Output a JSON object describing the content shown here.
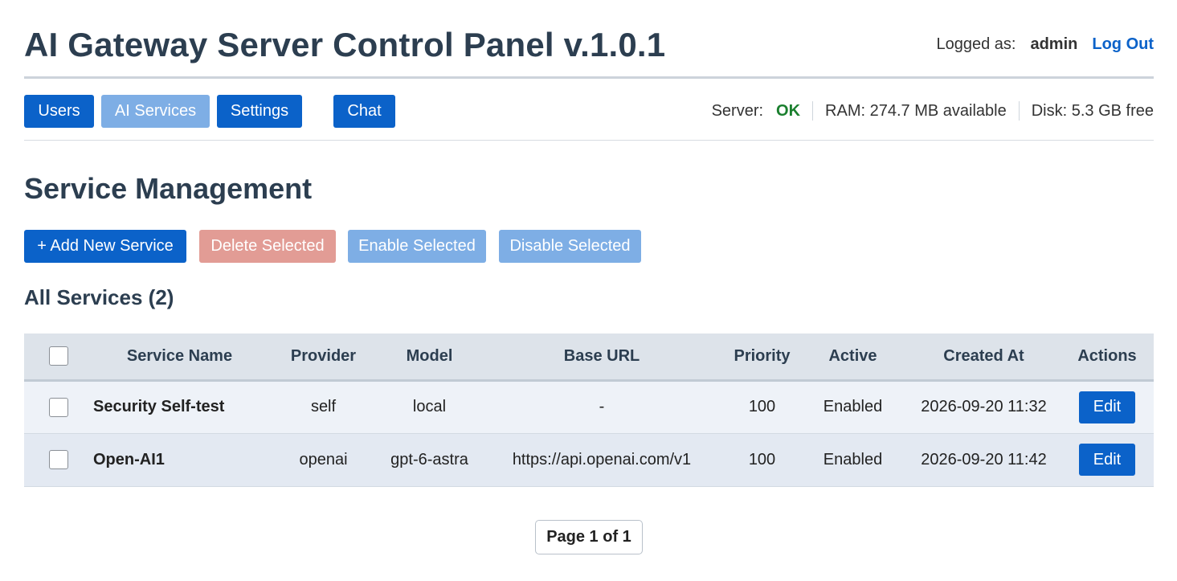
{
  "header": {
    "title": "AI Gateway Server Control Panel v.1.0.1",
    "logged_label": "Logged as:",
    "username": "admin",
    "logout_label": "Log Out"
  },
  "nav": {
    "users": "Users",
    "ai_services": "AI Services",
    "settings": "Settings",
    "chat": "Chat",
    "active": "AI Services"
  },
  "status": {
    "server_label": "Server:",
    "server_value": "OK",
    "ram": "RAM: 274.7 MB available",
    "disk": "Disk: 5.3 GB free"
  },
  "page": {
    "title": "Service Management",
    "list_title": "All Services (2)"
  },
  "actions": {
    "add": "+ Add New Service",
    "delete": "Delete Selected",
    "enable": "Enable Selected",
    "disable": "Disable Selected"
  },
  "table": {
    "columns": [
      "Service Name",
      "Provider",
      "Model",
      "Base URL",
      "Priority",
      "Active",
      "Created At",
      "Actions"
    ],
    "rows": [
      {
        "name": "Security Self-test",
        "provider": "self",
        "model": "local",
        "base_url": "-",
        "priority": "100",
        "active": "Enabled",
        "created_at": "2026-09-20 11:32",
        "action": "Edit"
      },
      {
        "name": "Open-AI1",
        "provider": "openai",
        "model": "gpt-6-astra",
        "base_url": "https://api.openai.com/v1",
        "priority": "100",
        "active": "Enabled",
        "created_at": "2026-09-20 11:42",
        "action": "Edit"
      }
    ]
  },
  "pagination": {
    "label": "Page 1 of 1"
  },
  "colors": {
    "primary": "#0b62c9",
    "muted": "#7eaee5",
    "danger_muted": "#e29c95",
    "ok": "#1a7f2e",
    "title": "#2c3e50"
  }
}
